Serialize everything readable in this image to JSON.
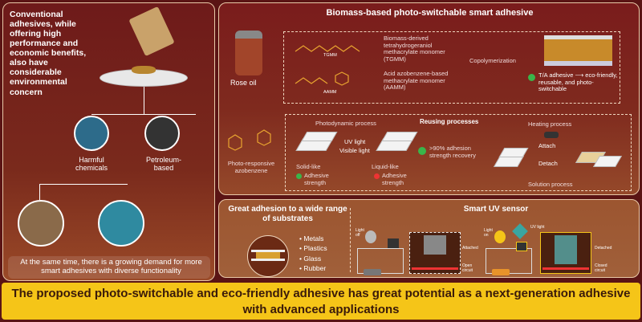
{
  "left_panel": {
    "intro": "Conventional adhesives, while offering high performance and economic benefits, also have considerable environmental concern",
    "harmful": "Harmful chemicals",
    "petroleum": "Petroleum-based",
    "demand": "At the same time, there is a growing demand for more smart adhesives with diverse functionality"
  },
  "top_panel": {
    "title": "Biomass-based photo-switchable smart adhesive",
    "rose_oil": "Rose oil",
    "tgmm_label": "TGMM",
    "tgmm_desc": "Biomass-derived tetrahydrogeraniol methacrylate monomer (TGMM)",
    "aamm_label": "AAMM",
    "aamm_desc": "Acid azobenzene-based methacrylate monomer (AAMM)",
    "copolymerization": "Copolymerization",
    "ta_adhesive": "T/A adhesive ⟶ eco-friendly, reusable, and photo-switchable",
    "azobenzene": "Photo-responsive azobenzene",
    "reusing_title": "Reusing processes",
    "photodynamic": "Photodynamic process",
    "uv_light": "UV light",
    "visible_light": "Visible light",
    "solid_like": "Solid-like",
    "liquid_like": "Liquid-like",
    "adhesive_strength": "Adhesive strength",
    "recovery": ">90% adhesion strength recovery",
    "heating": "Heating process",
    "attach": "Attach",
    "detach": "Detach",
    "solution": "Solution process"
  },
  "bottom_panel": {
    "adhesion_title": "Great adhesion to a wide range of substrates",
    "substrates": [
      "Metals",
      "Plastics",
      "Glass",
      "Rubber"
    ],
    "sensor_title": "Smart UV sensor",
    "light_off": "Light off",
    "light_on": "Light on",
    "uv_light": "UV light",
    "attached": "Attached",
    "open_circuit": "Open circuit",
    "detached": "Detached",
    "closed_circuit": "Closed circuit"
  },
  "banner": "The proposed photo-switchable and eco-friendly adhesive has great potential as a next-generation adhesive with advanced applications"
}
